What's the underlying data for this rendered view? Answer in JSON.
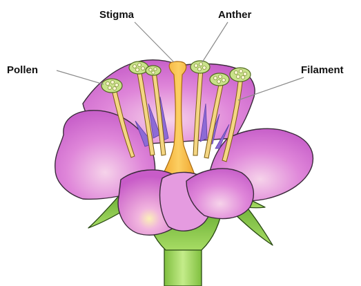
{
  "labels": {
    "stigma": "Stigma",
    "anther": "Anther",
    "pollen": "Pollen",
    "filament": "Filament"
  },
  "colors": {
    "petal": "#d873d8",
    "petal_light": "#f4c6e4",
    "petal_dark": "#b24fb8",
    "sepal": "#7ac143",
    "sepal_dark": "#4f8f24",
    "stem": "#9ad35a",
    "style": "#f6b93b",
    "filament": "#f3d27a",
    "anther": "#c7e08a",
    "inner_spikes": "#8a6ad8",
    "leader_line": "#8a8a8a"
  }
}
